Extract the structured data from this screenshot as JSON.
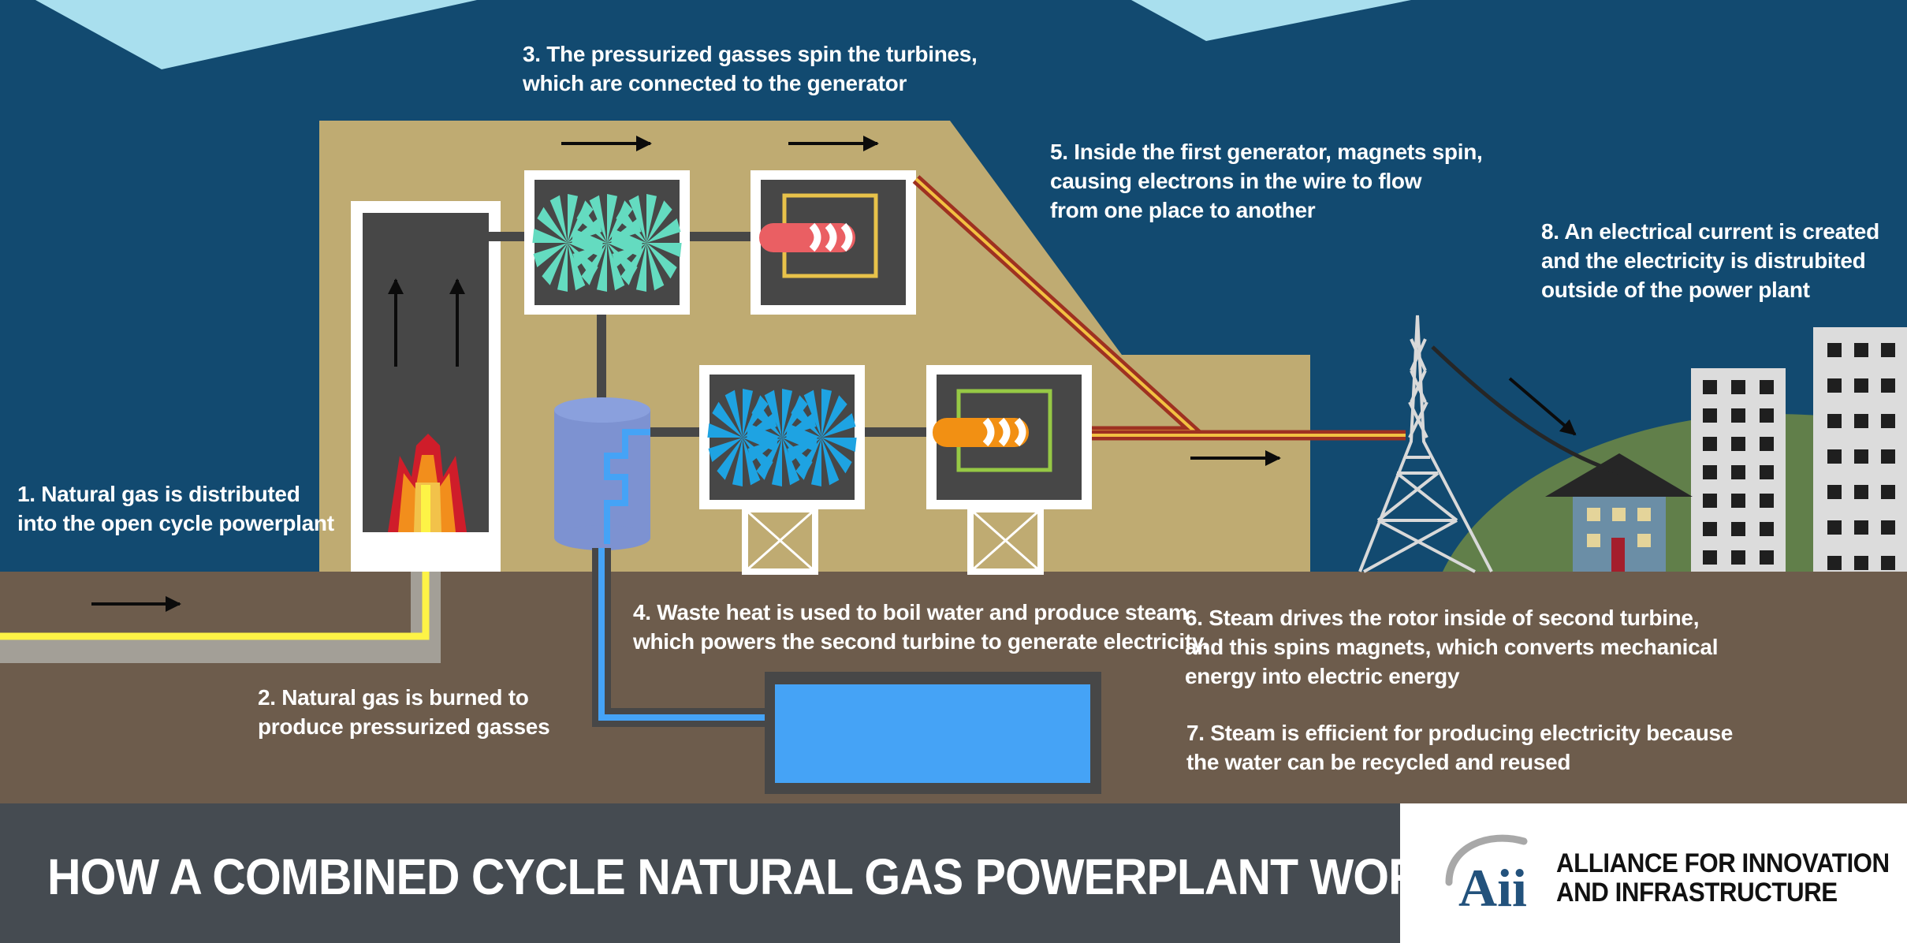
{
  "colors": {
    "sky": "#124a70",
    "cloud": "#a9dfee",
    "building": "#bfab72",
    "ground": "#6d5c4c",
    "dark_panel": "#474747",
    "white": "#ffffff",
    "turbine_teal": "#64dbc0",
    "turbine_blue": "#1ea3e2",
    "water_blue": "#45a3f6",
    "boiler_blue": "#7d92d1",
    "gas_yellow": "#fdf346",
    "pipe_gray": "#a39f97",
    "magnet_red": "#ea5f63",
    "magnet_orange": "#f29013",
    "coil_yellow": "#e8c24a",
    "coil_green": "#96c845",
    "wire_red": "#9e3121",
    "wire_yellow": "#f2c142",
    "hill_green": "#617f4a",
    "skyscraper_gray": "#dcdcdc",
    "house_blue": "#6b8ea6",
    "footer": "#454b51"
  },
  "steps": {
    "step1": [
      "1. Natural gas is distributed",
      "into the open cycle powerplant"
    ],
    "step2": [
      "2. Natural gas is burned to",
      "produce pressurized gasses"
    ],
    "step3": [
      "3. The pressurized gasses spin the turbines,",
      "which are connected to the generator"
    ],
    "step4": [
      "4. Waste heat is used to boil water and produce steam",
      "which powers the second turbine to generate electricity."
    ],
    "step5": [
      "5. Inside the first generator, magnets spin,",
      "causing electrons in the wire to flow",
      "from one place to another"
    ],
    "step6": [
      "6. Steam drives the rotor inside of second turbine,",
      "and this spins magnets, which converts mechanical",
      "energy into electric energy"
    ],
    "step7": [
      "7. Steam is efficient for producing electricity because",
      "the water can be recycled and reused"
    ],
    "step8": [
      "8. An electrical current is created",
      "and the electricity is distrubited",
      "outside of the power plant"
    ]
  },
  "footer": {
    "title": "HOW A COMBINED CYCLE NATURAL GAS POWERPLANT WORKS"
  },
  "logo": {
    "mark": "Aii",
    "name": [
      "ALLIANCE FOR INNOVATION",
      "AND INFRASTRUCTURE"
    ]
  },
  "icons": {
    "flame": "flame-icon",
    "turbine": "turbine-icon",
    "generator": "generator-icon",
    "transmission_tower": "transmission-tower-icon",
    "house": "house-icon",
    "skyscraper": "skyscraper-icon",
    "arrow": "arrow-icon"
  }
}
